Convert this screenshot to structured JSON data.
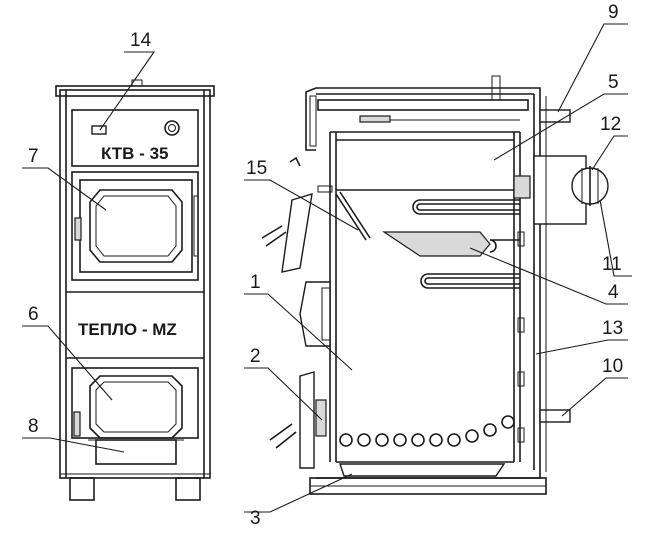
{
  "labels": {
    "model": "КТВ - 35",
    "brand": "ТЕПЛО - MZ"
  },
  "callouts": {
    "n1": "1",
    "n2": "2",
    "n3": "3",
    "n4": "4",
    "n5": "5",
    "n6": "6",
    "n7": "7",
    "n8": "8",
    "n9": "9",
    "n10": "10",
    "n11": "11",
    "n12": "12",
    "n13": "13",
    "n14": "14",
    "n15": "15"
  },
  "icons": {
    "handle": "door-handle-icon",
    "thermometer": "thermometer-icon"
  }
}
